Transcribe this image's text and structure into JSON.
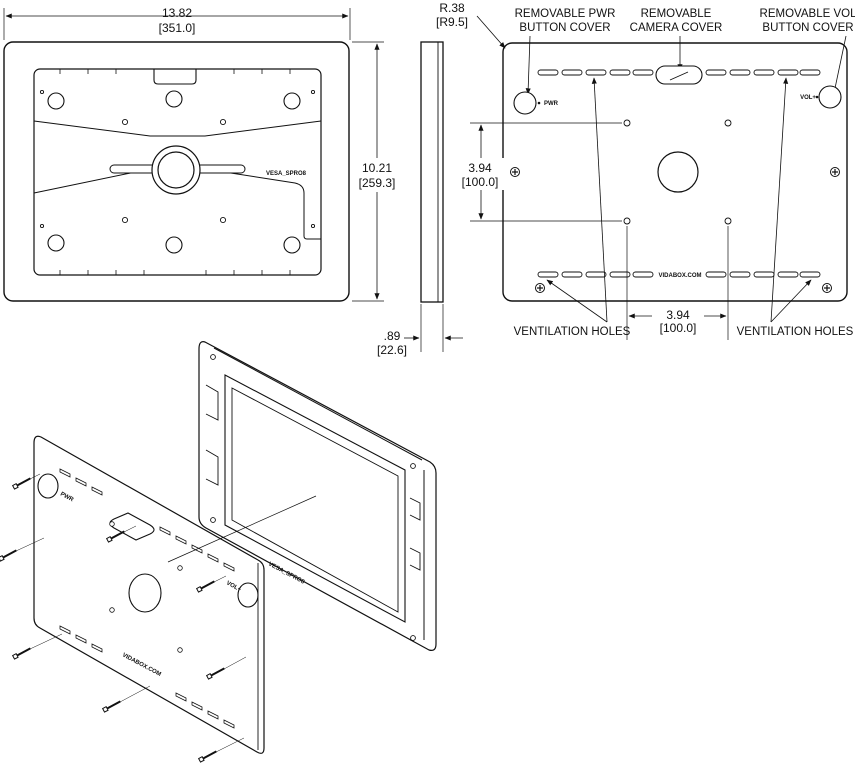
{
  "dimensions": {
    "width_in": "13.82",
    "width_mm": "[351.0]",
    "height_in": "10.21",
    "height_mm": "[259.3]",
    "radius_in": "R.38",
    "radius_mm": "[R9.5]",
    "depth_in": ".89",
    "depth_mm": "[22.6]",
    "vesa_v_in": "3.94",
    "vesa_v_mm": "[100.0]",
    "vesa_h_in": "3.94",
    "vesa_h_mm": "[100.0]"
  },
  "callouts": {
    "pwr_line1": "REMOVABLE PWR",
    "pwr_line2": "BUTTON COVER",
    "cam_line1": "REMOVABLE",
    "cam_line2": "CAMERA COVER",
    "vol_line1": "REMOVABLE VOL",
    "vol_line2": "BUTTON COVER",
    "vent_left": "VENTILATION HOLES",
    "vent_right": "VENTILATION HOLES"
  },
  "part_text": {
    "front_engraving": "VESA_SPRO8",
    "back_brand": "VIDABOX.COM",
    "pwr_mark": "PWR",
    "vol_mark": "VOL+",
    "iso_brand": "VIDABOX.COM",
    "iso_engraving": "VESA_SPRO8"
  }
}
